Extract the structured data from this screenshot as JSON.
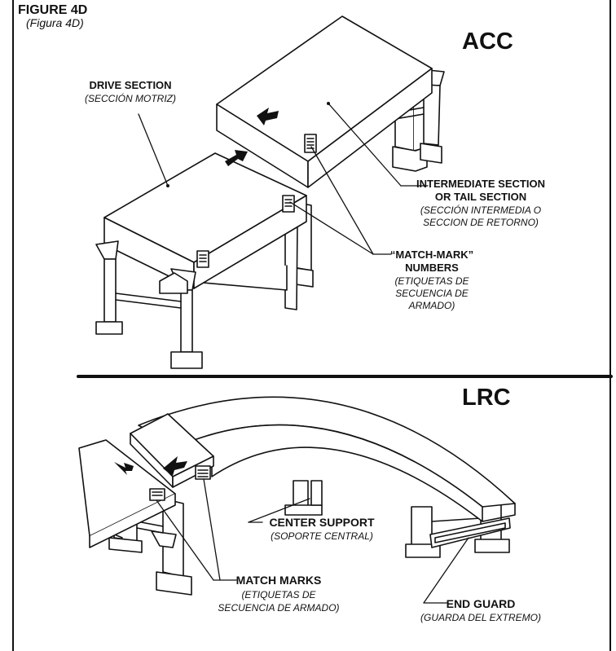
{
  "figure": {
    "title": "FIGURE 4D",
    "subtitle": "(Figura 4D)"
  },
  "acc": {
    "heading": "ACC",
    "drive_section": {
      "en": "DRIVE SECTION",
      "es": "(SECCIÓN MOTRIZ)"
    },
    "intermediate_section": {
      "en_line1": "INTERMEDIATE SECTION",
      "en_line2": "OR TAIL SECTION",
      "es_line1": "(SECCIÓN INTERMEDIA O",
      "es_line2": "SECCION DE RETORNO)"
    },
    "match_mark_numbers": {
      "en_line1": "“MATCH-MARK”",
      "en_line2": "NUMBERS",
      "es_line1": "(ETIQUETAS DE",
      "es_line2": "SECUENCIA DE",
      "es_line3": "ARMADO)"
    }
  },
  "lrc": {
    "heading": "LRC",
    "center_support": {
      "en": "CENTER SUPPORT",
      "es": "(SOPORTE CENTRAL)"
    },
    "match_marks": {
      "en": "MATCH MARKS",
      "es_line1": "(ETIQUETAS DE",
      "es_line2": "SECUENCIA DE ARMADO)"
    },
    "end_guard": {
      "en": "END GUARD",
      "es": "(GUARDA DEL EXTREMO)"
    }
  }
}
